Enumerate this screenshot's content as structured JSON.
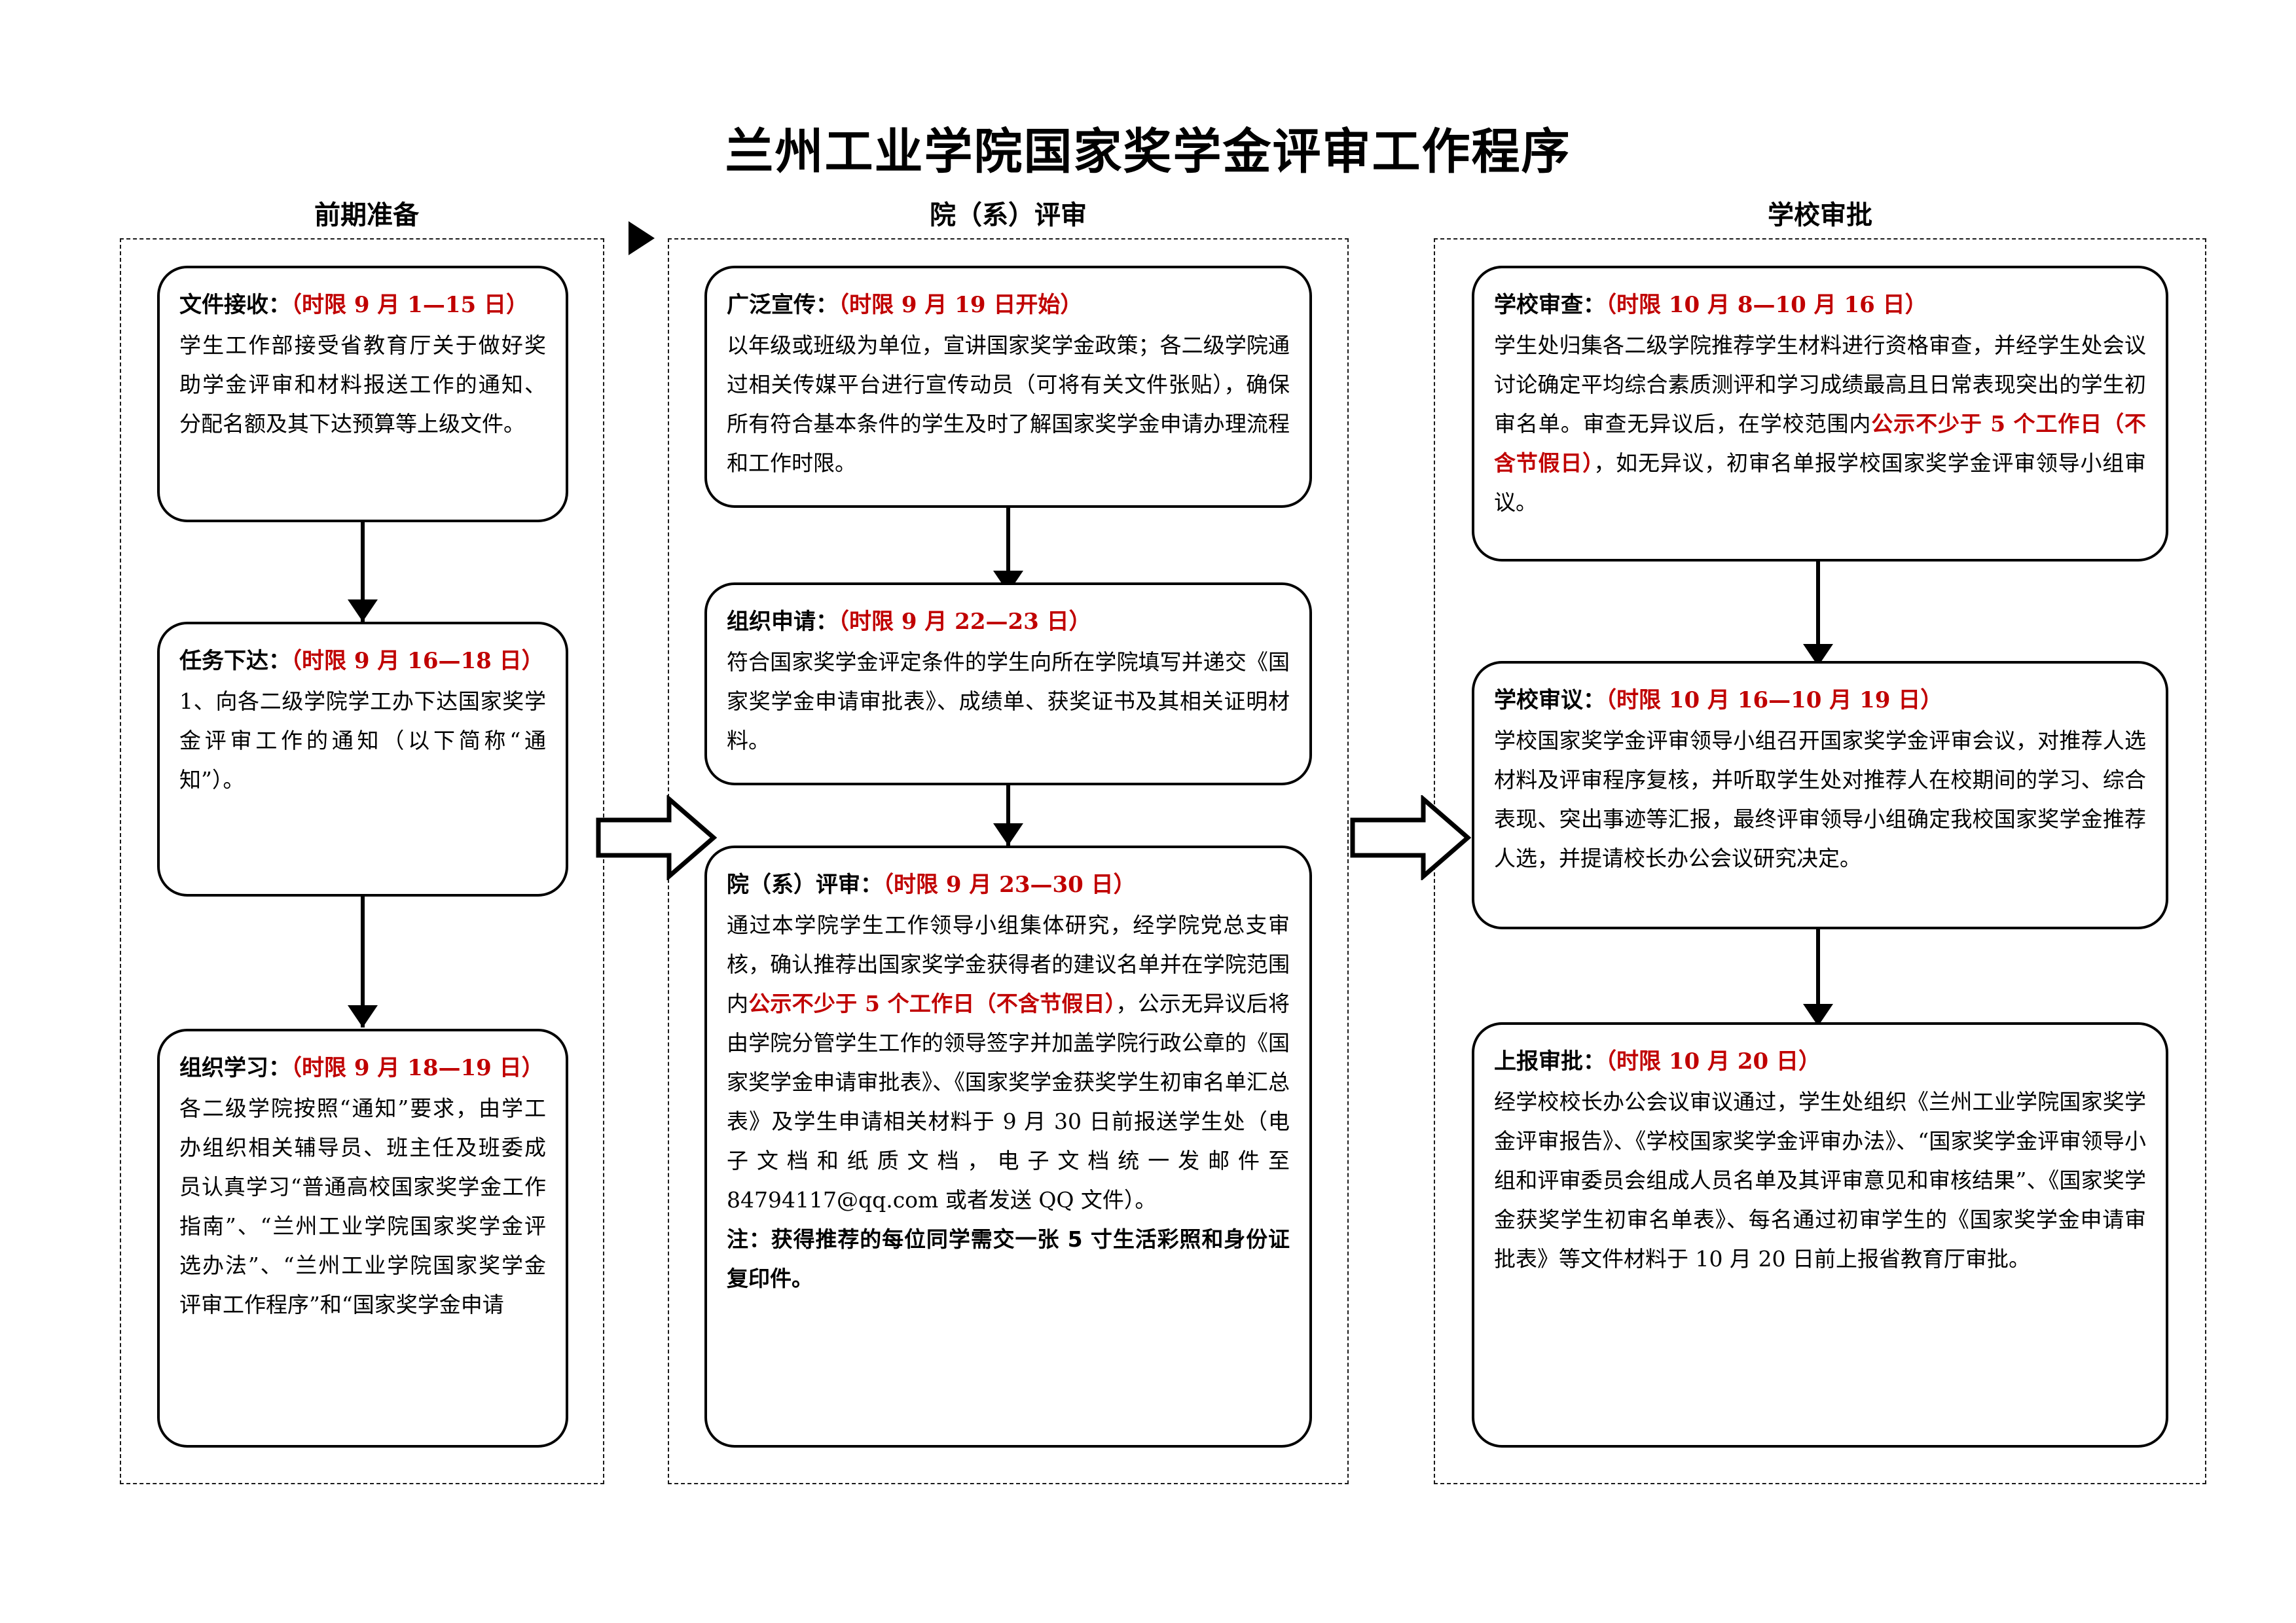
{
  "document": {
    "title": "兰州工业学院国家奖学金评审工作程序"
  },
  "lanes": [
    {
      "id": "lane-preparation",
      "header": "前期准备",
      "nodes": [
        {
          "id": "node-file-receipt",
          "heading": "文件接收：",
          "deadline": "（时限 9 月 1—15 日）",
          "body": "学生工作部接受省教育厅关于做好奖助学金评审和材料报送工作的通知、分配名额及其下达预算等上级文件。"
        },
        {
          "id": "node-task-assignment",
          "heading": "任务下达：",
          "deadline": "（时限 9 月 16—18 日）",
          "body": "1、向各二级学院学工办下达国家奖学金评审工作的通知（以下简称“通知”）。"
        },
        {
          "id": "node-organized-study",
          "heading": "组织学习：",
          "deadline": "（时限 9 月 18—19 日）",
          "body": "各二级学院按照“通知”要求，由学工办组织相关辅导员、班主任及班委成员认真学习“普通高校国家奖学金工作指南”、“兰州工业学院国家奖学金评选办法”、“兰州工业学院国家奖学金评审工作程序”和“国家奖学金申请"
        }
      ]
    },
    {
      "id": "lane-college-review",
      "header": "院（系）评审",
      "nodes": [
        {
          "id": "node-publicity",
          "heading": "广泛宣传：",
          "deadline": "（时限 9 月 19 日开始）",
          "body": "以年级或班级为单位，宣讲国家奖学金政策；各二级学院通过相关传媒平台进行宣传动员（可将有关文件张贴），确保所有符合基本条件的学生及时了解国家奖学金申请办理流程和工作时限。"
        },
        {
          "id": "node-organize-application",
          "heading": "组织申请：",
          "deadline": "（时限 9 月 22—23 日）",
          "body": "符合国家奖学金评定条件的学生向所在学院填写并递交《国家奖学金申请审批表》、成绩单、获奖证书及其相关证明材料。"
        },
        {
          "id": "node-department-review",
          "heading": "院（系）评审：",
          "deadline": "（时限 9 月 23—30 日）",
          "body_part1": "通过本学院学生工作领导小组集体研究，经学院党总支审核，确认推荐出国家奖学金获得者的建议名单并在学院范围内",
          "body_red1": "公示不少于 5 个工作日（不含节假日）",
          "body_part2": "，公示无异议后将由学院分管学生工作的领导签字并加盖学院行政公章的《国家奖学金申请审批表》、《国家奖学金获奖学生初审名单汇总表》及学生申请相关材料于 9 月 30 日前报送学生处（电子文档和纸质文档，电子文档统一发邮件至 84794117@qq.com 或者发送 QQ 文件）。",
          "note": "注：获得推荐的每位同学需交一张 5 寸生活彩照和身份证复印件。"
        }
      ]
    },
    {
      "id": "lane-school-approval",
      "header": "学校审批",
      "nodes": [
        {
          "id": "node-school-examination",
          "heading": "学校审查：",
          "deadline": "（时限 10 月 8—10 月 16 日）",
          "body_part1": "学生处归集各二级学院推荐学生材料进行资格审查，并经学生处会议讨论确定平均综合素质测评和学习成绩最高且日常表现突出的学生初审名单。审查无异议后，在学校范围内",
          "body_red1": "公示不少于 5 个工作日（不含节假日）",
          "body_part2": "，如无异议，初审名单报学校国家奖学金评审领导小组审议。"
        },
        {
          "id": "node-school-deliberation",
          "heading": "学校审议：",
          "deadline": "（时限 10 月 16—10 月 19 日）",
          "body": "学校国家奖学金评审领导小组召开国家奖学金评审会议，对推荐人选材料及评审程序复核，并听取学生处对推荐人在校期间的学习、综合表现、突出事迹等汇报，最终评审领导小组确定我校国家奖学金推荐人选，并提请校长办公会议研究决定。"
        },
        {
          "id": "node-report-approval",
          "heading": "上报审批：",
          "deadline": "（时限 10 月 20 日）",
          "body": "经学校校长办公会议审议通过，学生处组织《兰州工业学院国家奖学金评审报告》、《学校国家奖学金评审办法》、“国家奖学金评审领导小组和评审委员会组成人员名单及其评审意见和审核结果”、《国家奖学金获奖学生初审名单表》、每名通过初审学生的《国家奖学金申请审批表》等文件材料于 10 月 20 日前上报省教育厅审批。"
        }
      ]
    }
  ],
  "connectors": {
    "lane_arrow_1": "block-arrow-right",
    "lane_arrow_2": "block-arrow-right",
    "header_triangle": "triangle-right"
  },
  "colors": {
    "deadline_red": "#c00000",
    "line_black": "#000000"
  }
}
